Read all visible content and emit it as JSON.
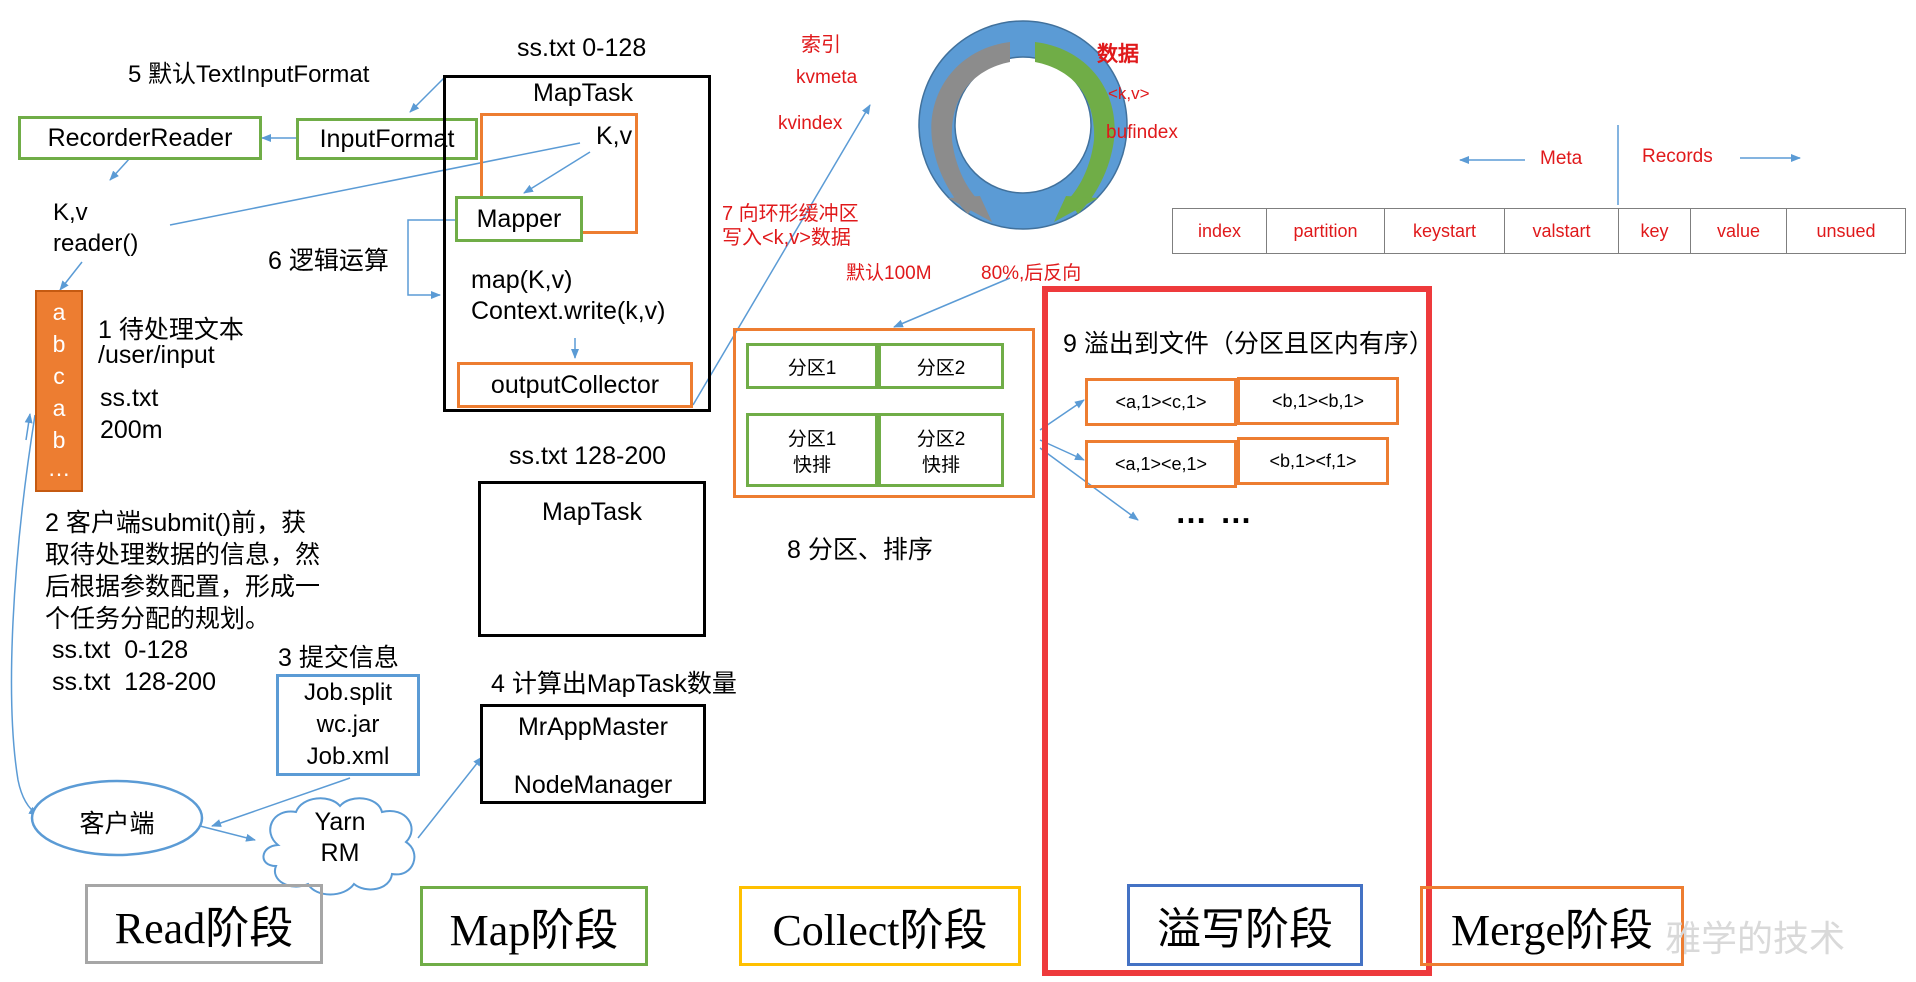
{
  "read_stage": {
    "step5": "5 默认TextInputFormat",
    "recorder_reader": "RecorderReader",
    "input_format": "InputFormat",
    "kv": "K,v",
    "reader_call": "reader()",
    "step1_title": "1 待处理文本",
    "step1_path": "/user/input",
    "step1_file": "ss.txt",
    "step1_size": "200m",
    "file_letters": [
      "a",
      "b",
      "c",
      "a",
      "b",
      "…"
    ],
    "step2_lines": [
      "2 客户端submit()前，获",
      "取待处理数据的信息，然",
      "后根据参数配置，形成一",
      "个任务分配的规划。"
    ],
    "splits": [
      "ss.txt  0-128",
      "ss.txt  128-200"
    ],
    "step3": "3 提交信息",
    "job_files": [
      "Job.split",
      "wc.jar",
      "Job.xml"
    ],
    "client": "客户端",
    "yarn_lines": [
      "Yarn",
      "RM"
    ]
  },
  "map_stage": {
    "split1": "ss.txt 0-128",
    "maptask": "MapTask",
    "kv": "K,v",
    "mapper": "Mapper",
    "step6": "6 逻辑运算",
    "map_call": "map(K,v)",
    "context_write": "Context.write(k,v)",
    "output_collector": "outputCollector",
    "split2": "ss.txt 128-200",
    "maptask2": "MapTask",
    "step4": "4 计算出MapTask数量",
    "mrappmaster": "MrAppMaster",
    "nodemanager": "NodeManager"
  },
  "collect_stage": {
    "index_label": "索引",
    "kvmeta": "kvmeta",
    "kvindex": "kvindex",
    "data_label": "数据",
    "kv_tag": "<k,v>",
    "bufindex": "bufindex",
    "step7_lines": [
      "7 向环形缓冲区",
      "写入<k,v>数据"
    ],
    "default_size": "默认100M",
    "reverse": "80%,后反向",
    "meta": "Meta",
    "records": "Records",
    "buffer_columns": [
      "index",
      "partition",
      "keystart",
      "valstart",
      "key",
      "value",
      "unsued"
    ],
    "partition1": "分区1",
    "partition2": "分区2",
    "partition1_sort": [
      "分区1",
      "快排"
    ],
    "partition2_sort": [
      "分区2",
      "快排"
    ],
    "step8": "8 分区、排序"
  },
  "spill_stage": {
    "step9": "9 溢出到文件（分区且区内有序）",
    "row1": [
      "<a,1><c,1>",
      "<b,1><b,1>"
    ],
    "row2": [
      "<a,1><e,1>",
      "<b,1><f,1>"
    ],
    "ellipsis": "… …"
  },
  "stages": [
    "Read阶段",
    "Map阶段",
    "Collect阶段",
    "溢写阶段",
    "Merge阶段"
  ],
  "watermark": "雅学的技术",
  "colors": {
    "green": "#70ad47",
    "orange": "#ed7d31",
    "blue": "#5b9bd5",
    "red": "#ee3a3c",
    "gold": "#ffc000",
    "navy": "#4472c4",
    "gray": "#a6a6a6",
    "text_red": "#e0191b"
  }
}
